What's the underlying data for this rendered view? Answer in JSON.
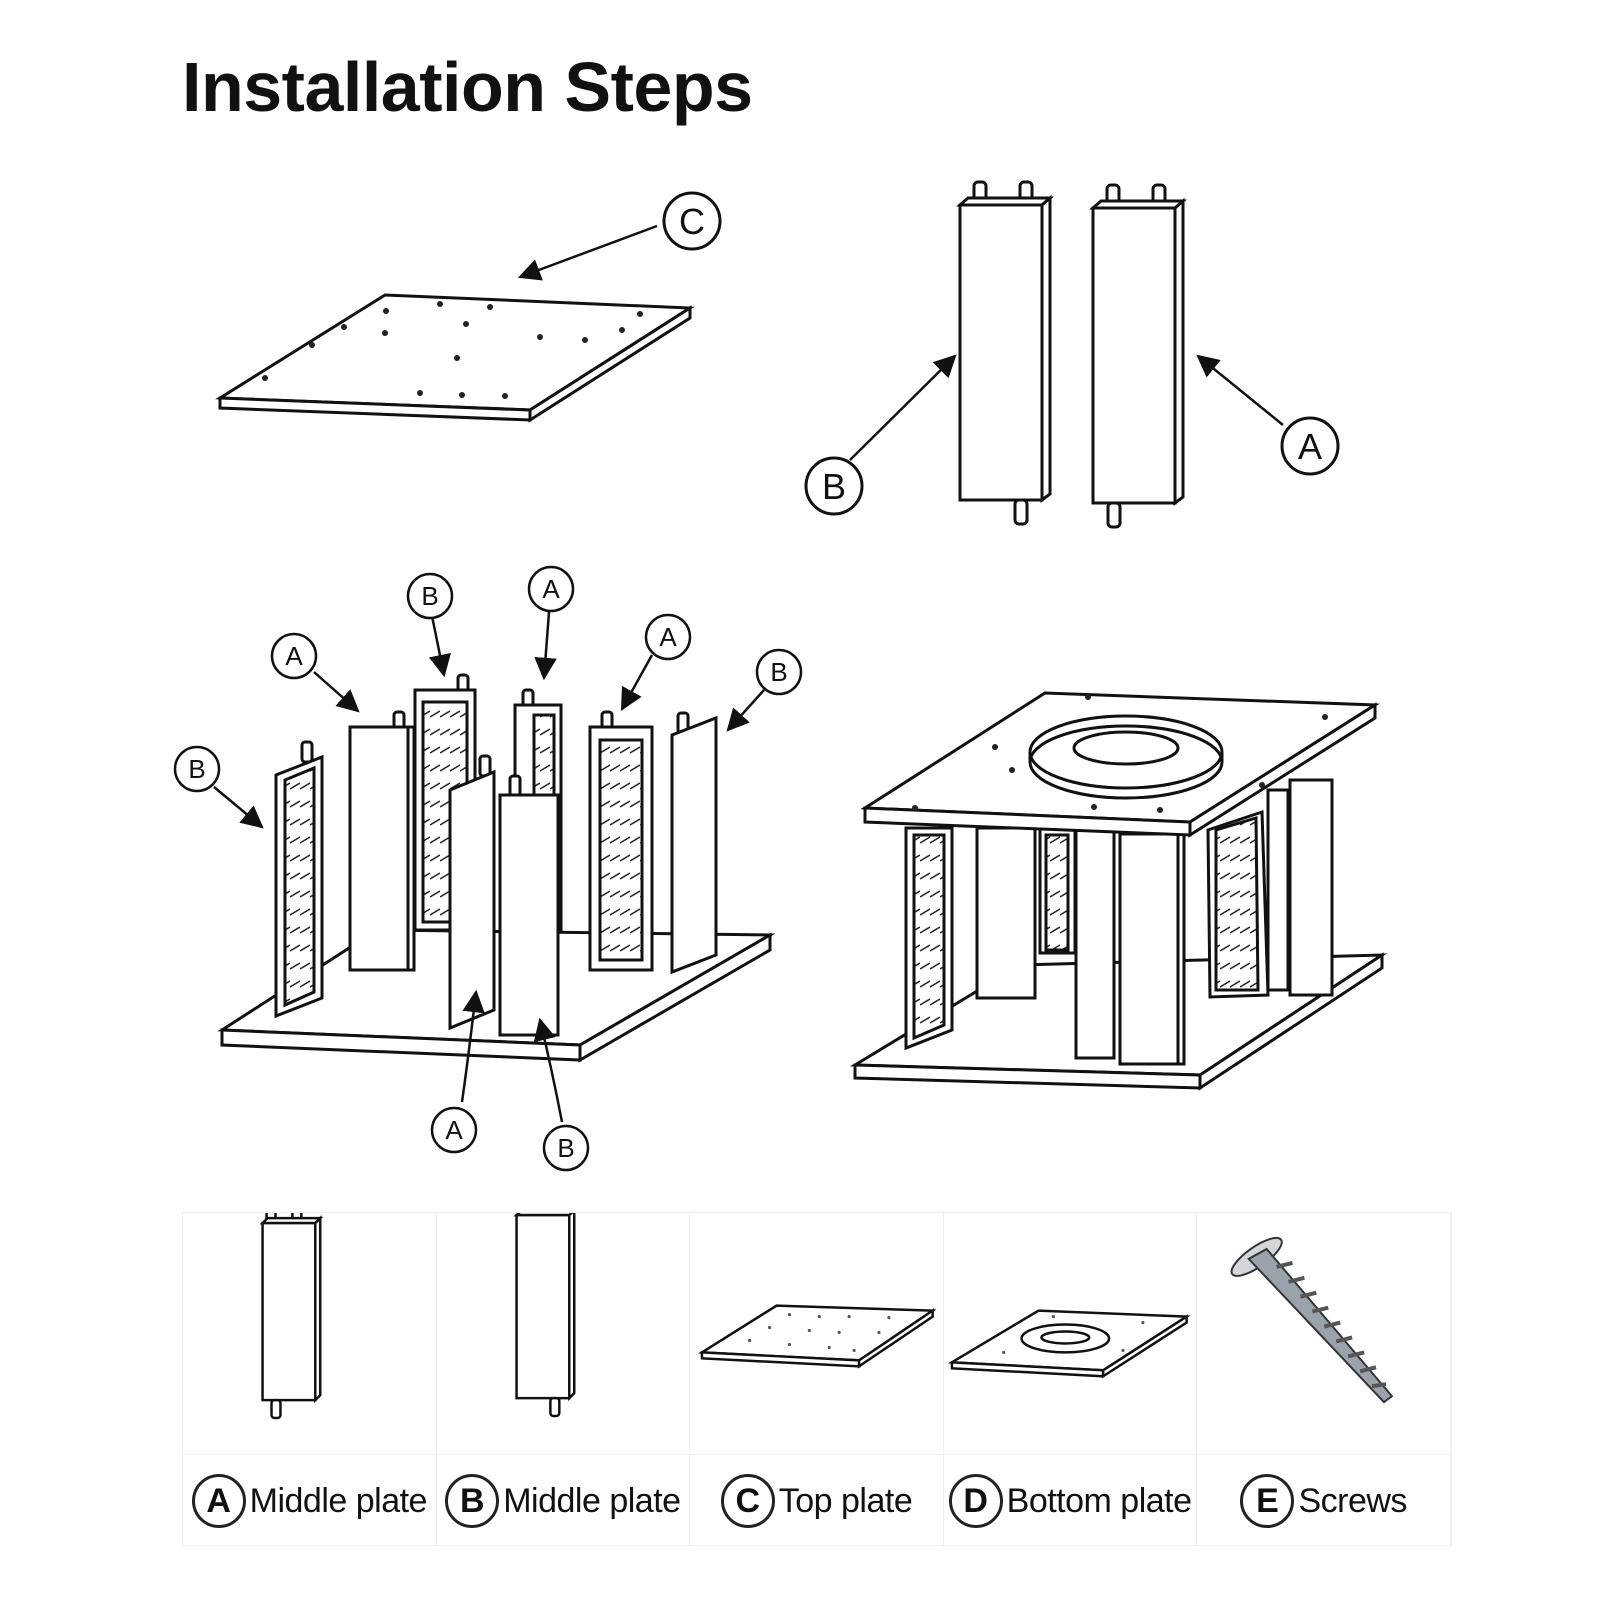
{
  "title": "Installation Steps",
  "callouts": {
    "c": "C",
    "a": "A",
    "b": "B"
  },
  "parts": [
    {
      "letter": "A",
      "name": "Middle plate"
    },
    {
      "letter": "B",
      "name": "Middle plate"
    },
    {
      "letter": "C",
      "name": "Top plate"
    },
    {
      "letter": "D",
      "name": "Bottom plate"
    },
    {
      "letter": "E",
      "name": "Screws"
    }
  ]
}
